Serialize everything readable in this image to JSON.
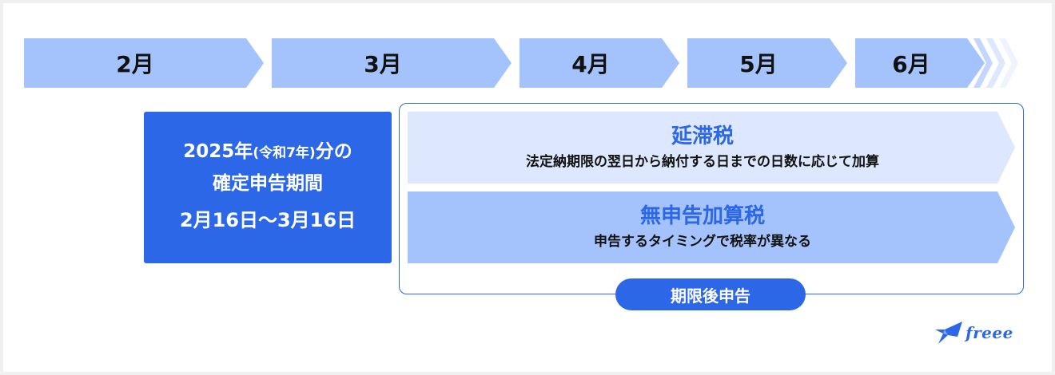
{
  "timeline": {
    "months": [
      "2月",
      "3月",
      "4月",
      "5月",
      "6月"
    ]
  },
  "filing_period": {
    "line1_year": "2025年",
    "line1_era": "(令和7年)",
    "line1_suffix": "分の",
    "line2": "確定申告期間",
    "line3": "2月16日〜3月16日"
  },
  "late_taxes": [
    {
      "title": "延滞税",
      "description": "法定納期限の翌日から納付する日までの日数に応じて加算"
    },
    {
      "title": "無申告加算税",
      "description": "申告するタイミングで税率が異なる"
    }
  ],
  "late_label": "期限後申告",
  "logo": {
    "text": "freee",
    "icon": "bird-logo-icon"
  },
  "colors": {
    "primary_blue": "#2c67e8",
    "month_arrow": "#a4c2fc",
    "light_arrow": "#dde8fe"
  }
}
